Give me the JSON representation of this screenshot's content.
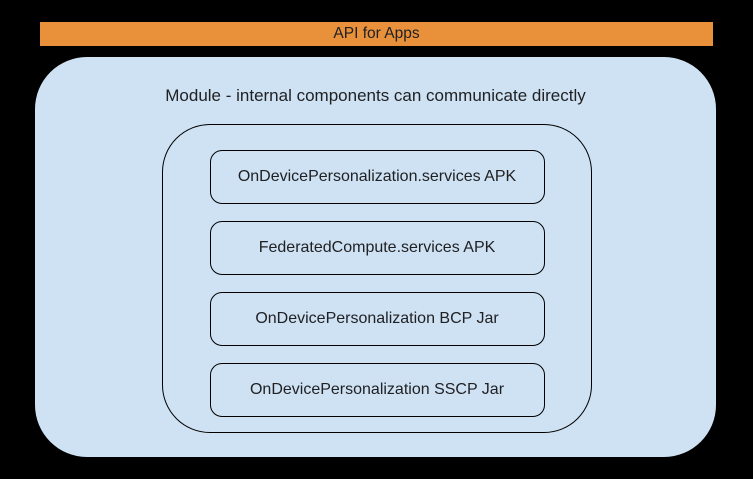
{
  "banner": {
    "label": "API for Apps"
  },
  "module": {
    "title": "Module - internal components can communicate directly",
    "components": [
      {
        "label": "OnDevicePersonalization.services APK"
      },
      {
        "label": "FederatedCompute.services APK"
      },
      {
        "label": "OnDevicePersonalization BCP Jar"
      },
      {
        "label": "OnDevicePersonalization SSCP Jar"
      }
    ]
  },
  "colors": {
    "canvas_background": "#000000",
    "banner_orange": "#E8913A",
    "module_blue": "#CFE2F3",
    "outline": "#000000",
    "text": "#202124"
  }
}
